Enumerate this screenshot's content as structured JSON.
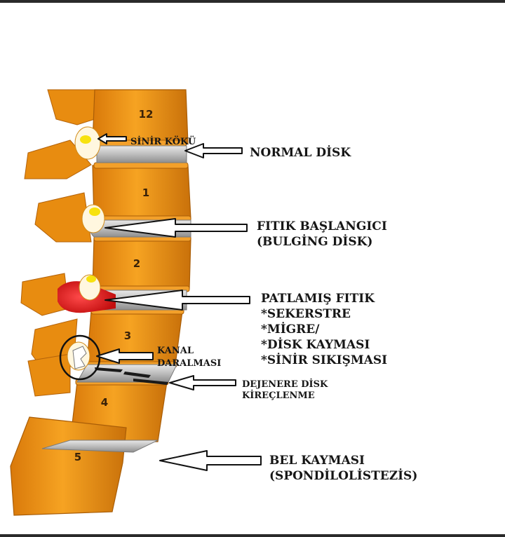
{
  "vertebra_numbers": [
    "12",
    "1",
    "2",
    "3",
    "4",
    "5"
  ],
  "labels": {
    "sinir_koku": "SİNİR KÖKÜ",
    "normal_disk": "NORMAL DİSK",
    "fitik_baslangici": "FITIK BAŞLANGICI",
    "bulging_disk": "(BULGİNG DİSK)",
    "patlamis_fitik": "PATLAMIŞ FITIK",
    "sekerstre": "*SEKERSTRE",
    "migre": "*MİGRE/",
    "disk_kaymasi": "*DİSK KAYMASI",
    "sinir_sikismasi": "*SİNİR SIKIŞMASI",
    "kanal": "KANAL",
    "daralmasi": "DARALMASI",
    "dejenere_disk": "DEJENERE DİSK",
    "kireclenme": "KİREÇLENME",
    "bel_kaymasi": "BEL KAYMASI",
    "spondilolistezis": "(SPONDİLOLİSTEZİS)"
  },
  "colors": {
    "bone": "#f0960f",
    "bone_dark": "#c26d06",
    "disk": "#c9c9c9",
    "herniation": "#e51f1f",
    "nerve": "#f7e20e"
  }
}
